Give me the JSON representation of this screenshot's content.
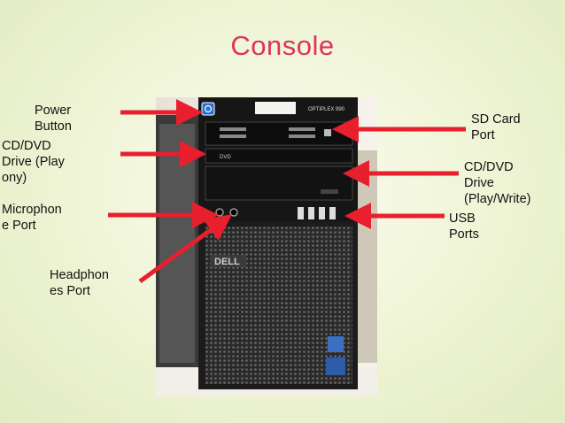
{
  "title": "Console",
  "labels": {
    "power": [
      "Power",
      "Button"
    ],
    "cd_play": [
      "CD/DVD",
      "Drive  (Play",
      "ony)"
    ],
    "mic": [
      "Microphon",
      "e  Port"
    ],
    "headphone": [
      "Headphon",
      "es  Port"
    ],
    "sd": [
      "SD Card",
      "Port"
    ],
    "cd_write": [
      "CD/DVD",
      "Drive",
      "(Play/Write)"
    ],
    "usb": [
      "USB",
      "Ports"
    ]
  },
  "photo": {
    "brand": "DELL",
    "model": "OPTIPLEX 990",
    "drive_logo": "DVD"
  },
  "colors": {
    "title": "#e0335a",
    "arrow": "#e8202e",
    "tower": "#1c1c1c"
  }
}
